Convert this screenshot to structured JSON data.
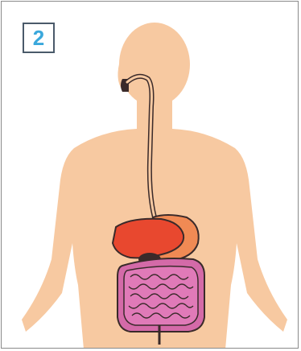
{
  "figure": {
    "number": "2"
  },
  "colors": {
    "skin": "#f7c9a1",
    "liver": "#e8482f",
    "stomach": "#f08a54",
    "intestine": "#e07ab8",
    "outline": "#3a2a2a",
    "number": "#3aa8dc"
  },
  "icons": [
    "human-silhouette",
    "esophagus",
    "liver",
    "stomach",
    "small-intestine"
  ]
}
